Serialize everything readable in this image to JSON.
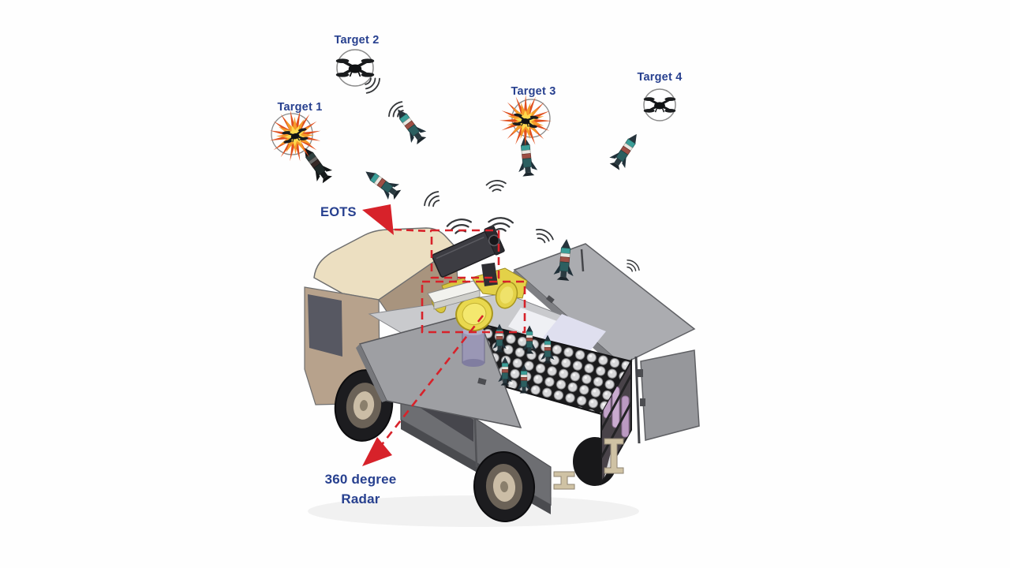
{
  "diagram": {
    "description_labels": {
      "target_1": "Target 1",
      "target_2": "Target 2",
      "target_3": "Target 3",
      "target_4": "Target 4",
      "eots": "EOTS",
      "radar_line_1": "360 degree",
      "radar_line_2": "Radar"
    },
    "icons": {
      "drone": "quadcopter-silhouette",
      "interceptor_missile": "small-rocket-teal-red-bands",
      "explosion": "orange-yellow-starburst",
      "radio_waves": "triple-arc-emission",
      "callout_arrow": "red-filled-triangle",
      "callout_box": "red-dashed-rectangle"
    },
    "colors": {
      "label_blue": "#27408f",
      "callout_red": "#d7222a",
      "cab_tan": "#b7a28c",
      "cab_roof_cream": "#ecdfc1",
      "panel_gray": "#a4a5a9",
      "radar_yellow": "#e9d84e",
      "eots_dark": "#3c3c42",
      "pedestal_lavender": "#9a97b5",
      "canister_pink": "#c2a2c8",
      "missile_teal": "#3b9e98",
      "explosion_orange": "#f59b2a"
    }
  }
}
